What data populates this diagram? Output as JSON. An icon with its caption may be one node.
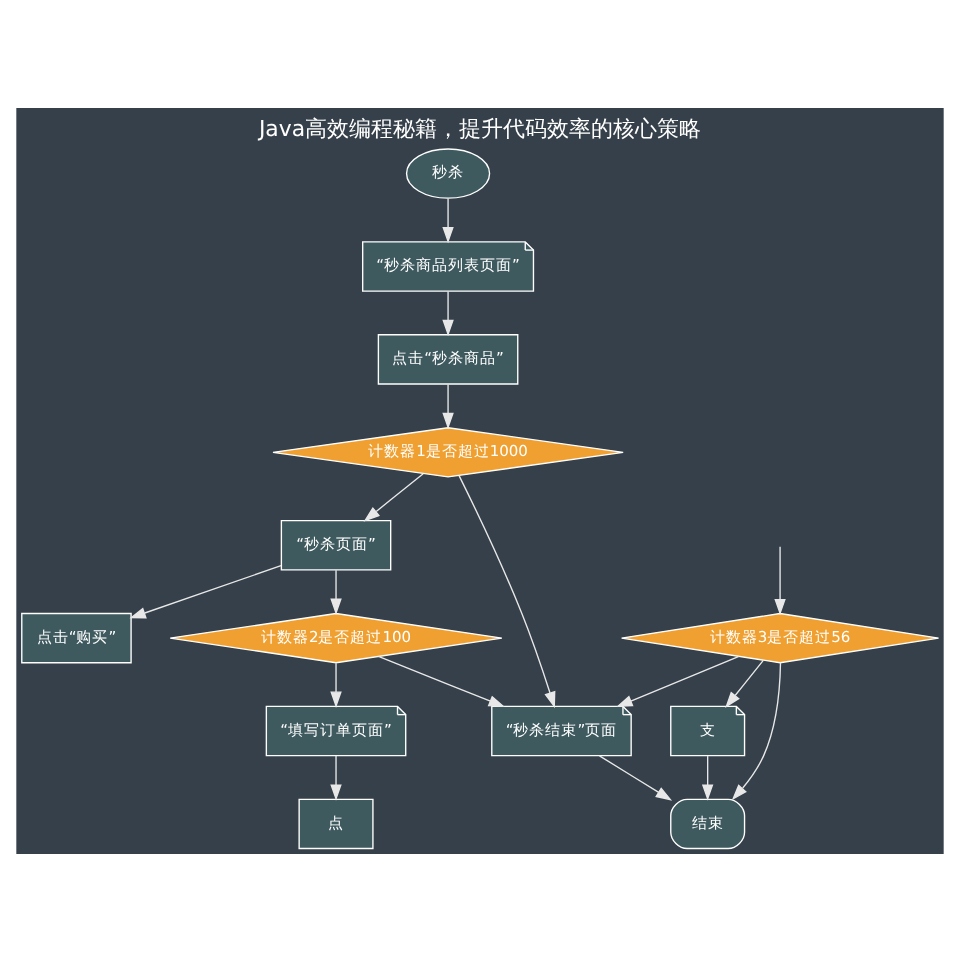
{
  "diagram": {
    "title": "Java高效编程秘籍，提升代码效率的核心策略",
    "nodes": [
      {
        "text": [
          "秒杀"
        ]
      },
      {
        "text": [
          "“秒杀商品列表页面”"
        ]
      },
      {
        "text": [
          "点击“秒杀商品”"
        ]
      },
      {
        "text": [
          "计数器1是否超过1000"
        ]
      },
      {
        "text": [
          "“秒杀页面”"
        ]
      },
      {
        "text": [
          "点击“购买”"
        ]
      },
      {
        "text": [
          "计数器2是否超过100"
        ]
      },
      {
        "text": [
          "“填写订单页面”"
        ]
      },
      {
        "text": [
          "点"
        ]
      },
      {
        "text": [
          "“秒杀结束”页面"
        ]
      },
      {
        "text": [
          "计数器3是否超过56"
        ]
      },
      {
        "text": [
          "支"
        ]
      },
      {
        "text": [
          "结束"
        ]
      }
    ],
    "edges": [
      {
        "from": 0,
        "to": 1,
        "arrow": "to"
      },
      {
        "from": 1,
        "to": 2,
        "arrow": "to"
      },
      {
        "from": 2,
        "to": 3,
        "arrow": "to"
      },
      {
        "from": 3,
        "to": 4,
        "arrow": "to"
      },
      {
        "from": 4,
        "to": 5,
        "arrow": "to"
      },
      {
        "from": 3,
        "to": 9,
        "arrow": "to"
      },
      {
        "from": 4,
        "to": 6,
        "arrow": "to"
      },
      {
        "from": 6,
        "to": 9,
        "arrow": "to"
      },
      {
        "from": 6,
        "to": 7,
        "arrow": "to"
      },
      {
        "from": 7,
        "to": 8,
        "arrow": "to"
      },
      {
        "from": null,
        "to": 10,
        "arrow": "to"
      },
      {
        "from": 10,
        "to": 9,
        "arrow": "to"
      },
      {
        "from": 10,
        "to": 11,
        "arrow": "to"
      },
      {
        "from": 10,
        "to": 12,
        "arrow": "to"
      },
      {
        "from": 9,
        "to": 12,
        "arrow": "to"
      },
      {
        "from": 11,
        "to": 12,
        "arrow": "to"
      }
    ]
  }
}
